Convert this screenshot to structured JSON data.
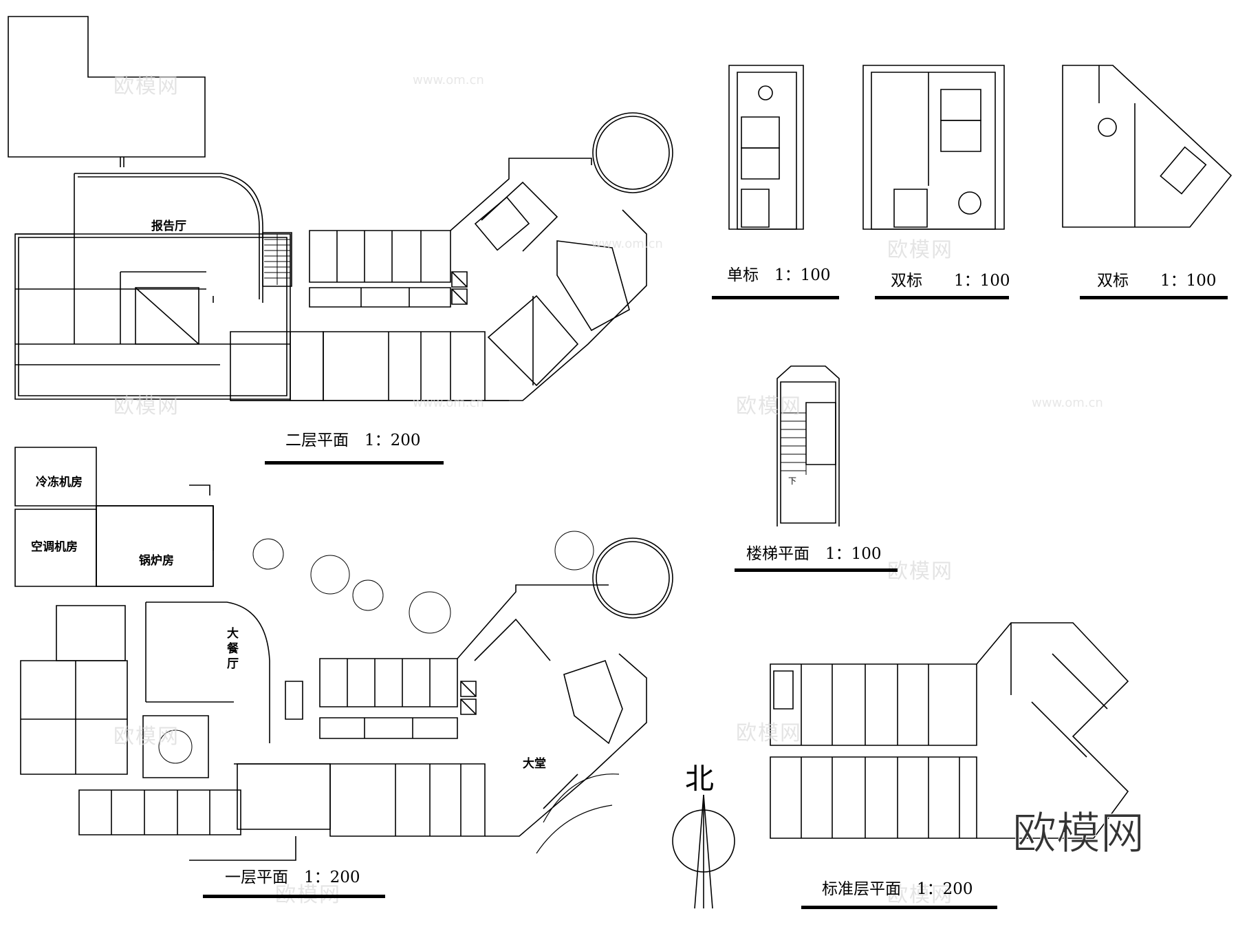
{
  "captions": {
    "second_floor": "二层平面　1：200",
    "first_floor": "一层平面　1：200",
    "standard_floor": "标准层平面　1：200",
    "single_room": "单标　1：100",
    "double_room_a": "双标　　1：100",
    "double_room_b": "双标　　1：100",
    "stair": "楼梯平面　1：100"
  },
  "labels": {
    "report_hall": "报告厅",
    "cold_room": "冷冻机房",
    "ac_room": "空调机房",
    "boiler_room": "锅炉房",
    "dining_hall": "大餐厅",
    "lobby": "大堂",
    "down": "下",
    "north": "北"
  },
  "watermarks": {
    "brand": "欧模网",
    "url": "www.om.cn"
  },
  "colors": {
    "ink": "#000000",
    "watermark": "#d9d9d9"
  }
}
